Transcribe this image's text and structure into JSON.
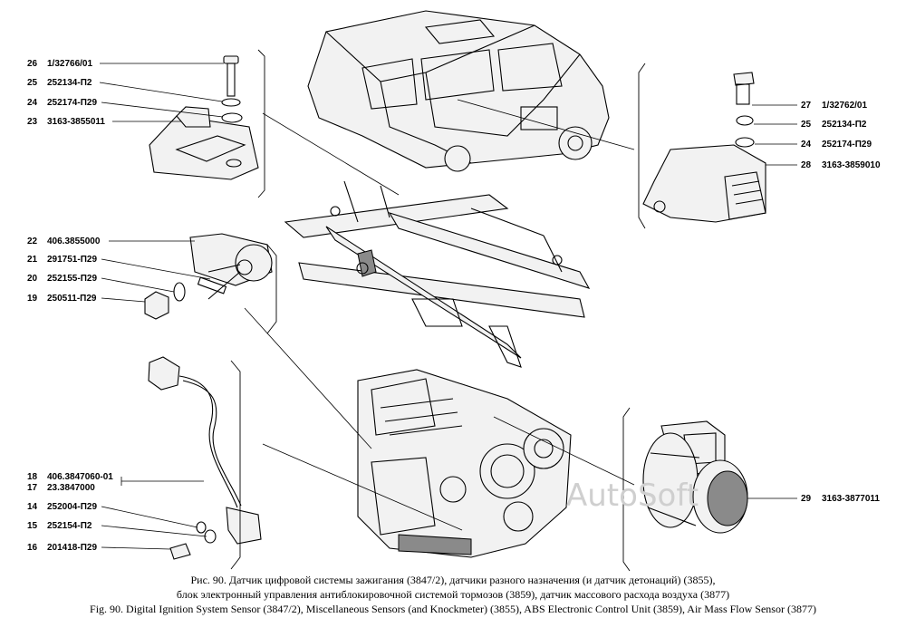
{
  "callouts_left": [
    {
      "num": "26",
      "part": "1/32766/01"
    },
    {
      "num": "25",
      "part": "252134-П2"
    },
    {
      "num": "24",
      "part": "252174-П29"
    },
    {
      "num": "23",
      "part": "3163-3855011"
    },
    {
      "num": "22",
      "part": "406.3855000"
    },
    {
      "num": "21",
      "part": "291751-П29"
    },
    {
      "num": "20",
      "part": "252155-П29"
    },
    {
      "num": "19",
      "part": "250511-П29"
    },
    {
      "num": "18",
      "part": "406.3847060-01"
    },
    {
      "num": "17",
      "part": "23.3847000"
    },
    {
      "num": "14",
      "part": "252004-П29"
    },
    {
      "num": "15",
      "part": "252154-П2"
    },
    {
      "num": "16",
      "part": "201418-П29"
    }
  ],
  "callouts_right": [
    {
      "num": "27",
      "part": "1/32762/01"
    },
    {
      "num": "25",
      "part": "252134-П2"
    },
    {
      "num": "24",
      "part": "252174-П29"
    },
    {
      "num": "28",
      "part": "3163-3859010"
    },
    {
      "num": "29",
      "part": "3163-3877011"
    }
  ],
  "watermark": "AutoSoft",
  "caption": {
    "line1": "Рис. 90. Датчик цифровой системы зажигания (3847/2), датчики разного назначения (и датчик детонаций) (3855),",
    "line2": "блок электронный управления антиблокировочной системой тормозов (3859), датчик массового расхода воздуха (3877)",
    "line3": "Fig. 90. Digital Ignition System Sensor (3847/2), Miscellaneous Sensors (and Knockmeter) (3855), ABS Electronic Control Unit (3859), Air Mass Flow Sensor (3877)"
  }
}
